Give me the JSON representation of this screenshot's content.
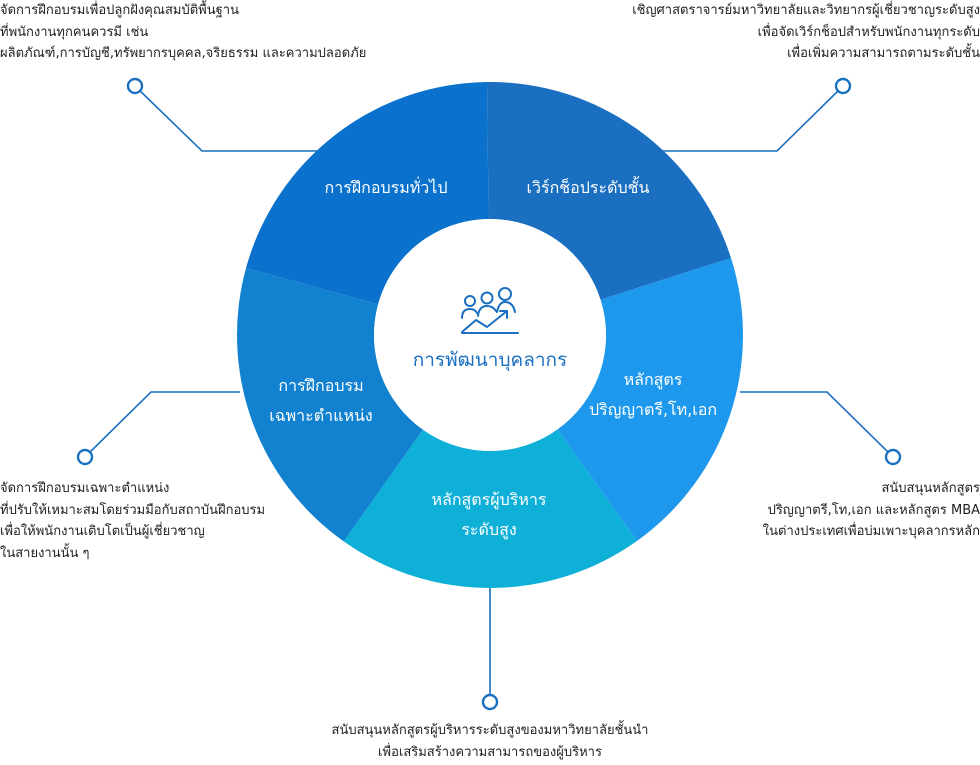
{
  "center": {
    "title": "การพัฒนาบุคลากร",
    "icon": "people-growth-icon"
  },
  "colors": {
    "line": "#1a6fc0",
    "hub_text": "#1a6fc0"
  },
  "segments": [
    {
      "label_lines": [
        "เวิร์กช็อประดับชั้น"
      ],
      "color": "#1a6fc0"
    },
    {
      "label_lines": [
        "หลักสูตร",
        "ปริญญาตรี,โท,เอก"
      ],
      "color": "#1e98ec"
    },
    {
      "label_lines": [
        "หลักสูตรผู้บริหาร",
        "ระดับสูง"
      ],
      "color": "#0fb0d8"
    },
    {
      "label_lines": [
        "การฝึกอบรม",
        "เฉพาะตำแหน่ง"
      ],
      "color": "#1282d0"
    },
    {
      "label_lines": [
        "การฝึกอบรมทั่วไป"
      ],
      "color": "#0a72cc"
    }
  ],
  "notes": {
    "top_left": [
      "จัดการฝึกอบรมเพื่อปลูกฝังคุณสมบัติพื้นฐาน",
      "ที่พนักงานทุกคนควรมี เช่น",
      "ผลิตภัณฑ์,การบัญชี,ทรัพยากรบุคคล,จริยธรรม และความปลอดภัย"
    ],
    "top_right": [
      "เชิญศาสตราจารย์มหาวิทยาลัยและวิทยากรผู้เชี่ยวชาญระดับสูง",
      "เพื่อจัดเวิร์กช็อปสำหรับพนักงานทุกระดับ",
      "เพื่อเพิ่มความสามารถตามระดับชั้น"
    ],
    "middle_left": [
      "จัดการฝึกอบรมเฉพาะตำแหน่ง",
      "ที่ปรับให้เหมาะสมโดยร่วมมือกับสถาบันฝึกอบรม",
      "เพื่อให้พนักงานเติบโตเป็นผู้เชี่ยวชาญ",
      "ในสายงานนั้น ๆ"
    ],
    "middle_right": [
      "สนับสนุนหลักสูตร",
      "ปริญญาตรี,โท,เอก และหลักสูตร MBA",
      "ในต่างประเทศเพื่อบ่มเพาะบุคลากรหลัก"
    ],
    "bottom": [
      "สนับสนุนหลักสูตรผู้บริหารระดับสูงของมหาวิทยาลัยชั้นนำ",
      "เพื่อเสริมสร้างความสามารถของผู้บริหาร"
    ]
  }
}
